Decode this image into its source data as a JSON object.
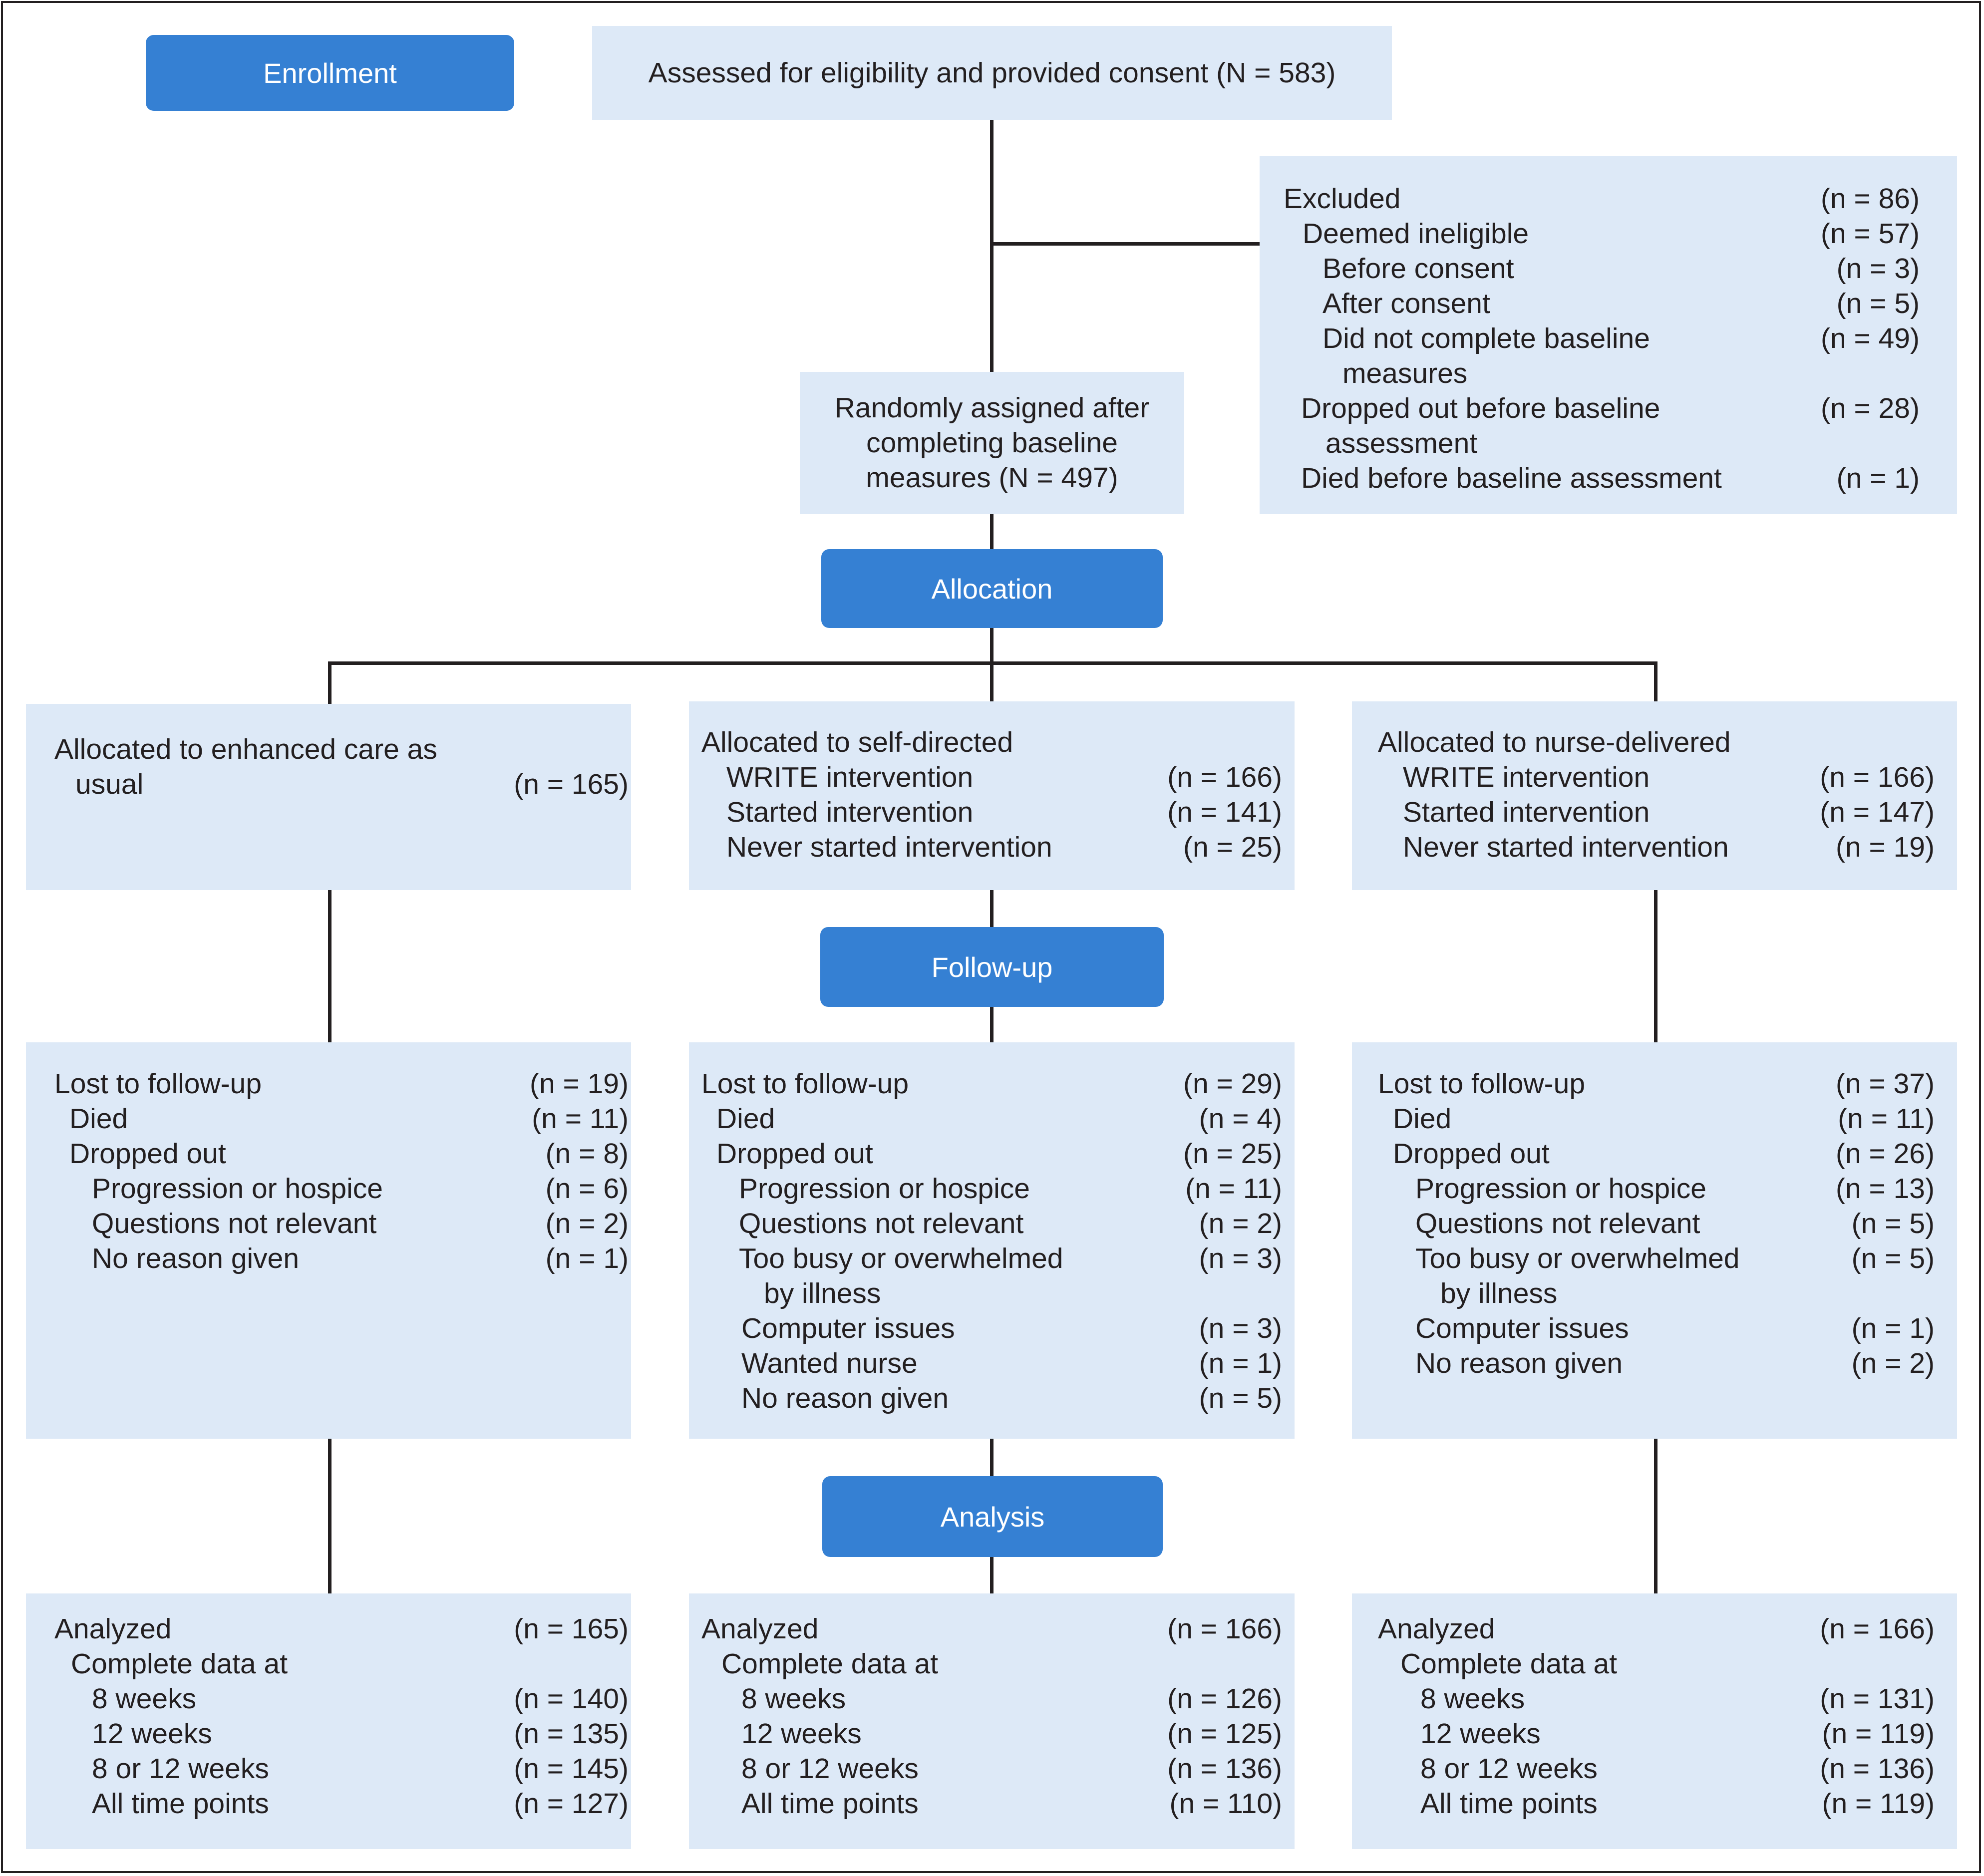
{
  "stages": {
    "enrollment": "Enrollment",
    "allocation": "Allocation",
    "follow_up": "Follow-up",
    "analysis": "Analysis"
  },
  "assessed": "Assessed for eligibility and provided consent (N = 583)",
  "randomized": {
    "line1": "Randomly assigned after",
    "line2": "completing baseline",
    "line3": "measures (N = 497)"
  },
  "excluded": [
    {
      "label": "Excluded",
      "n": "(n = 86)"
    },
    {
      "label": "Deemed ineligible",
      "n": "(n = 57)"
    },
    {
      "label": "Before consent",
      "n": "(n = 3)"
    },
    {
      "label": "After consent",
      "n": "(n = 5)"
    },
    {
      "label": "Did not complete baseline",
      "n": "(n = 49)"
    },
    {
      "label": "measures",
      "n": ""
    },
    {
      "label": "Dropped out before baseline",
      "n": "(n = 28)"
    },
    {
      "label": "assessment",
      "n": ""
    },
    {
      "label": "Died before baseline assessment",
      "n": "(n = 1)"
    }
  ],
  "allocated": {
    "left": [
      {
        "label": "Allocated to enhanced care as",
        "n": ""
      },
      {
        "label": "usual",
        "n": "(n = 165)"
      }
    ],
    "middle": [
      {
        "label": "Allocated to self-directed",
        "n": ""
      },
      {
        "label": "WRITE intervention",
        "n": "(n = 166)"
      },
      {
        "label": "Started intervention",
        "n": "(n = 141)"
      },
      {
        "label": "Never started intervention",
        "n": "(n = 25)"
      }
    ],
    "right": [
      {
        "label": "Allocated to nurse-delivered",
        "n": ""
      },
      {
        "label": "WRITE intervention",
        "n": "(n = 166)"
      },
      {
        "label": "Started intervention",
        "n": "(n = 147)"
      },
      {
        "label": "Never started intervention",
        "n": "(n = 19)"
      }
    ]
  },
  "follow_up": {
    "left": [
      {
        "label": "Lost to follow-up",
        "n": "(n = 19)"
      },
      {
        "label": "Died",
        "n": "(n = 11)"
      },
      {
        "label": "Dropped out",
        "n": "(n = 8)"
      },
      {
        "label": "Progression or hospice",
        "n": "(n = 6)"
      },
      {
        "label": "Questions not relevant",
        "n": "(n = 2)"
      },
      {
        "label": "No reason given",
        "n": "(n = 1)"
      }
    ],
    "middle": [
      {
        "label": "Lost to follow-up",
        "n": "(n = 29)"
      },
      {
        "label": "Died",
        "n": "(n = 4)"
      },
      {
        "label": "Dropped out",
        "n": "(n = 25)"
      },
      {
        "label": "Progression or hospice",
        "n": "(n = 11)"
      },
      {
        "label": "Questions not relevant",
        "n": "(n = 2)"
      },
      {
        "label": "Too busy or overwhelmed",
        "n": "(n = 3)"
      },
      {
        "label": "by illness",
        "n": ""
      },
      {
        "label": "Computer issues",
        "n": "(n = 3)"
      },
      {
        "label": "Wanted nurse",
        "n": "(n = 1)"
      },
      {
        "label": "No reason given",
        "n": "(n = 5)"
      }
    ],
    "right": [
      {
        "label": "Lost to follow-up",
        "n": "(n = 37)"
      },
      {
        "label": "Died",
        "n": "(n = 11)"
      },
      {
        "label": "Dropped out",
        "n": "(n = 26)"
      },
      {
        "label": "Progression or hospice",
        "n": "(n = 13)"
      },
      {
        "label": "Questions not relevant",
        "n": "(n = 5)"
      },
      {
        "label": "Too busy or overwhelmed",
        "n": "(n = 5)"
      },
      {
        "label": "by illness",
        "n": ""
      },
      {
        "label": "Computer issues",
        "n": "(n = 1)"
      },
      {
        "label": "No reason given",
        "n": "(n = 2)"
      }
    ]
  },
  "analysis": {
    "left": [
      {
        "label": "Analyzed",
        "n": "(n = 165)"
      },
      {
        "label": "Complete data at",
        "n": ""
      },
      {
        "label": "8 weeks",
        "n": "(n = 140)"
      },
      {
        "label": "12 weeks",
        "n": "(n = 135)"
      },
      {
        "label": "8 or 12 weeks",
        "n": "(n = 145)"
      },
      {
        "label": "All time points",
        "n": "(n = 127)"
      }
    ],
    "middle": [
      {
        "label": "Analyzed",
        "n": "(n = 166)"
      },
      {
        "label": "Complete data at",
        "n": ""
      },
      {
        "label": "8 weeks",
        "n": "(n = 126)"
      },
      {
        "label": "12 weeks",
        "n": "(n = 125)"
      },
      {
        "label": "8 or 12 weeks",
        "n": "(n = 136)"
      },
      {
        "label": "All time points",
        "n": "(n = 110)"
      }
    ],
    "right": [
      {
        "label": "Analyzed",
        "n": "(n = 166)"
      },
      {
        "label": "Complete data at",
        "n": ""
      },
      {
        "label": "8 weeks",
        "n": "(n = 131)"
      },
      {
        "label": "12 weeks",
        "n": "(n = 119)"
      },
      {
        "label": "8 or 12 weeks",
        "n": "(n = 136)"
      },
      {
        "label": "All time points",
        "n": "(n = 119)"
      }
    ]
  },
  "colors": {
    "stage_fill": "#3580d3",
    "box_fill": "#dde9f7",
    "line": "#231f20"
  }
}
